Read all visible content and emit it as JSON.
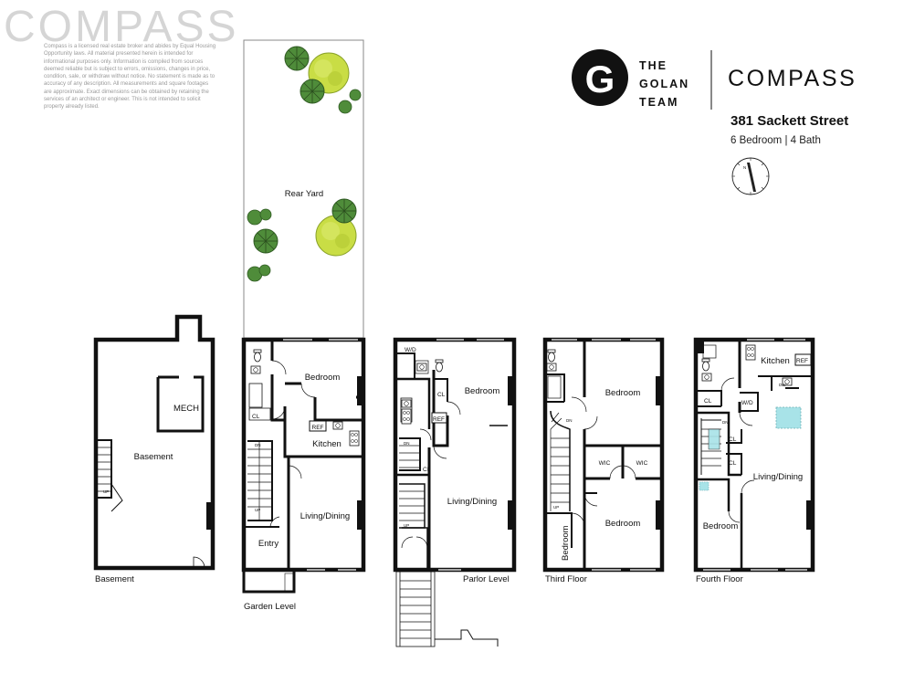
{
  "watermark": "COMPASS",
  "disclaimer": "Compass is a licensed real estate broker and abides by Equal Housing Opportunity laws. All material presented herein is intended for informational purposes only. Information is compiled from sources deemed reliable but is subject to errors, omissions, changes in price, condition, sale, or withdraw without notice. No statement is made as to accuracy of any description. All measurements and square footages are approximate. Exact dimensions can be obtained by retaining the services of an architect or engineer. This is not intended to solicit property already listed.",
  "brand": {
    "team_line1": "THE",
    "team_line2": "GOLAN",
    "team_line3": "TEAM",
    "logo_letter": "G",
    "compass": "COMPASS"
  },
  "listing": {
    "address": "381 Sackett Street",
    "summary": "6 Bedroom | 4 Bath",
    "compass_rose": "N"
  },
  "colors": {
    "wall": "#111111",
    "tree_green": "#4f8c3a",
    "tree_yellow": "#c9dd45",
    "tile": "#a8e3e8"
  },
  "icons": [
    "compass-rose-icon",
    "tree-icon",
    "stairs-icon",
    "door-icon",
    "window-icon",
    "toilet-icon",
    "tub-icon",
    "sink-icon",
    "stove-icon"
  ],
  "floors": {
    "basement": {
      "label": "Basement",
      "rooms": {
        "mech": "MECH",
        "main": "Basement"
      },
      "stair_up": "UP"
    },
    "garden": {
      "label": "Garden Level",
      "yard": "Rear Yard",
      "rooms": {
        "bedroom": "Bedroom",
        "kitchen": "Kitchen",
        "ref": "REF",
        "cl": "CL",
        "living": "Living/Dining",
        "entry": "Entry"
      },
      "stair_dn": "DN",
      "stair_up": "UP"
    },
    "parlor": {
      "label": "Parlor Level",
      "rooms": {
        "wd": "W/D",
        "cl1": "CL",
        "bedroom": "Bedroom",
        "ref": "REF",
        "cl2": "CL",
        "living": "Living/Dining"
      },
      "stair_dn": "DN",
      "stair_up": "UP"
    },
    "third": {
      "label": "Third Floor",
      "rooms": {
        "bedroom1": "Bedroom",
        "wic1": "WIC",
        "wic2": "WIC",
        "bedroom2": "Bedroom",
        "bedroom3": "Bedroom"
      },
      "stair_dn": "DN",
      "stair_up": "UP"
    },
    "fourth": {
      "label": "Fourth Floor",
      "rooms": {
        "kitchen": "Kitchen",
        "ref": "REF",
        "dw": "DW",
        "cl1": "CL",
        "wd": "W/D",
        "cl2": "CL",
        "cl3": "CL",
        "living": "Living/Dining",
        "bedroom": "Bedroom"
      },
      "stair_dn": "DN"
    }
  }
}
